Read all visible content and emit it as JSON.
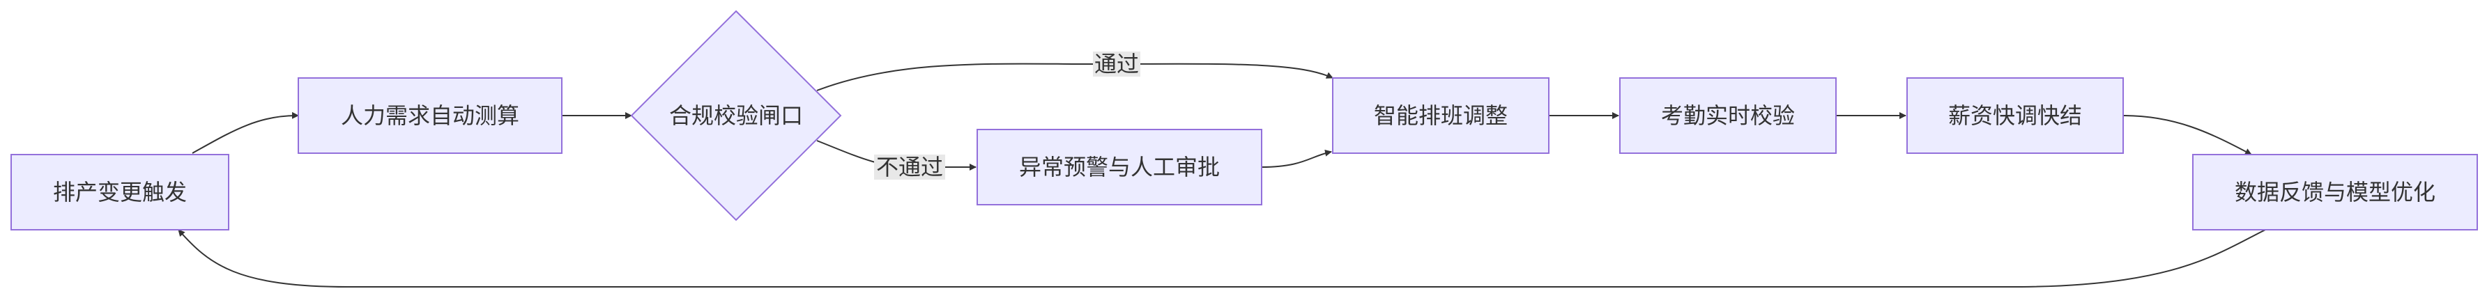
{
  "nodes": {
    "trigger": "排产变更触发",
    "demand": "人力需求自动测算",
    "compliance": "合规校验闸口",
    "alert": "异常预警与人工审批",
    "schedule": "智能排班调整",
    "attendance": "考勤实时校验",
    "payroll": "薪资快调快结",
    "feedback": "数据反馈与模型优化"
  },
  "edges": {
    "pass": "通过",
    "fail": "不通过"
  },
  "colors": {
    "node_fill": "#ECECFF",
    "node_stroke": "#9370DB",
    "edge": "#333333",
    "label_bg": "#e8e8e8",
    "text": "#333333"
  }
}
